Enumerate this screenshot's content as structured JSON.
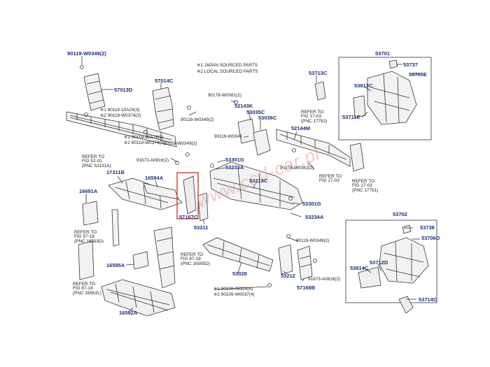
{
  "legend": {
    "japan": "※1 JAPAN SOURCED PARTS",
    "local": "※2 LOCAL SOURCED PARTS"
  },
  "watermark": "www.ccd-car.pl",
  "labels": {
    "p53701": "53701",
    "p90119_w0349_a": "90119-W0349(2)",
    "p57013d": "57013D",
    "p57014c": "57014C",
    "p53713c": "53713C",
    "p53737": "53737",
    "p53705e": "53705E",
    "p53813c": "53813C",
    "p53711e": "53711E",
    "p90178_w0081": "90178-W0081(2)",
    "p52143k": "52143K",
    "p53035c": "53035C",
    "p53036c": "53036C",
    "p52144m": "52144M",
    "p90119_10a24_a": "※1 90119-10A24(3)",
    "p290119_w0374_a": "※2 90119-W0374(3)",
    "p90119_w0349_b": "90119-W0349(2)",
    "p90119_w0349_c": "90119-W0349",
    "p90119_10a24_b": "※1 90119-10A24(3)",
    "p290119_w0374_b": "※2 90119-W0374(3)",
    "p90119_w0349_d": "90119-W0349(2)",
    "p91673_a0816_a": "91673-A0816(2)",
    "p53301g_a": "53301G",
    "p53233a": "53233A",
    "p90178_w0081_b": "90178-W0081(2)",
    "p17311b": "17311B",
    "p16594a": "16594A",
    "p53213c": "53213C",
    "p16691a": "16691A",
    "p53301g_b": "53301G",
    "p57167c": "57167C",
    "p53211": "53211",
    "p53234a": "53234A",
    "p53702": "53702",
    "p53738": "53738",
    "p53706d": "53706D",
    "p90119_w0349_e": "90119-W0349(2)",
    "p16595a": "16595A",
    "p53028": "53028",
    "p53814c": "53814C",
    "p53712d": "53712D",
    "p53212": "53212",
    "p91673_a0816_b": "91673-A0816(2)",
    "p57168b": "57168B",
    "p90109_08324": "※1 90109-08324(4)",
    "p90109_w0037": "※2 90109-W0037(4)",
    "p16592a": "16592A",
    "p53714c": "53714C"
  },
  "refers": {
    "r1": [
      "REFER TO",
      "FIG 52-01",
      "(PNC 52131A)"
    ],
    "r2": [
      "REFER TO",
      "FIG 17-03",
      "(PNC 17752)"
    ],
    "r3": [
      "REFER TO",
      "FIG 17-03"
    ],
    "r4": [
      "REFER TO",
      "FIG 17-03",
      "(PNC 17751)"
    ],
    "r5": [
      "REFER TO",
      "FIG 87-18",
      "(PNC 16593D)"
    ],
    "r6": [
      "REFER TO",
      "FIG 87-18",
      "(PNC 16595D)"
    ],
    "r7": [
      "REFER TO",
      "FIG 87-18",
      "(PNC 16562L)"
    ]
  },
  "colors": {
    "label_blue": "#1a2f7a",
    "line": "#333333",
    "highlight_box": "#d63a3a",
    "watermark": "#e8a0a0"
  }
}
